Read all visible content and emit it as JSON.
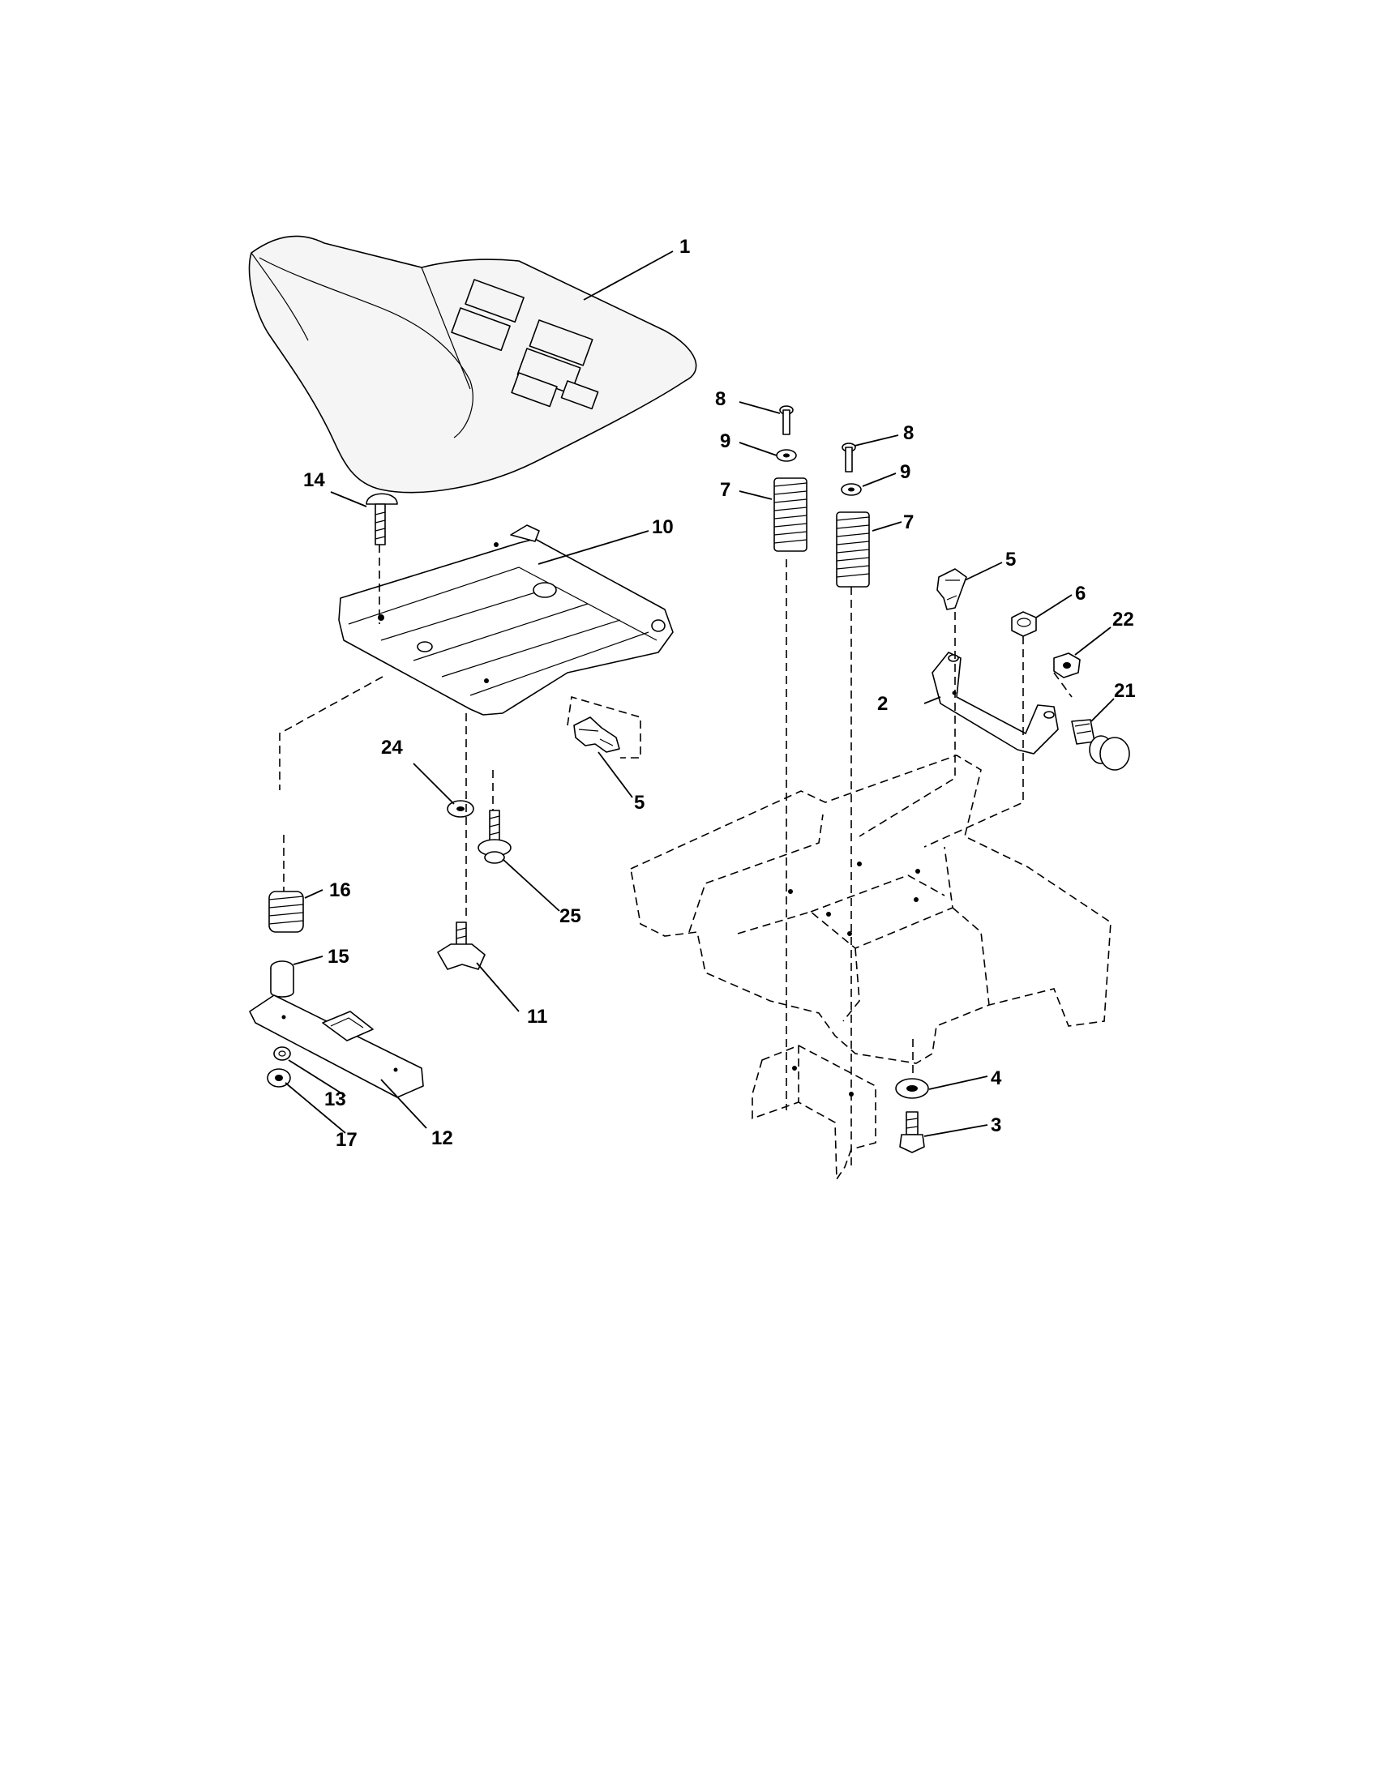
{
  "diagram": {
    "callouts": [
      {
        "id": "c1",
        "label": "1"
      },
      {
        "id": "c2",
        "label": "2"
      },
      {
        "id": "c3",
        "label": "3"
      },
      {
        "id": "c4",
        "label": "4"
      },
      {
        "id": "c5a",
        "label": "5"
      },
      {
        "id": "c5b",
        "label": "5"
      },
      {
        "id": "c6",
        "label": "6"
      },
      {
        "id": "c7a",
        "label": "7"
      },
      {
        "id": "c7b",
        "label": "7"
      },
      {
        "id": "c8a",
        "label": "8"
      },
      {
        "id": "c8b",
        "label": "8"
      },
      {
        "id": "c9a",
        "label": "9"
      },
      {
        "id": "c9b",
        "label": "9"
      },
      {
        "id": "c10",
        "label": "10"
      },
      {
        "id": "c11",
        "label": "11"
      },
      {
        "id": "c12",
        "label": "12"
      },
      {
        "id": "c13",
        "label": "13"
      },
      {
        "id": "c14",
        "label": "14"
      },
      {
        "id": "c15",
        "label": "15"
      },
      {
        "id": "c16",
        "label": "16"
      },
      {
        "id": "c17",
        "label": "17"
      },
      {
        "id": "c21",
        "label": "21"
      },
      {
        "id": "c22",
        "label": "22"
      },
      {
        "id": "c24",
        "label": "24"
      },
      {
        "id": "c25",
        "label": "25"
      }
    ]
  }
}
